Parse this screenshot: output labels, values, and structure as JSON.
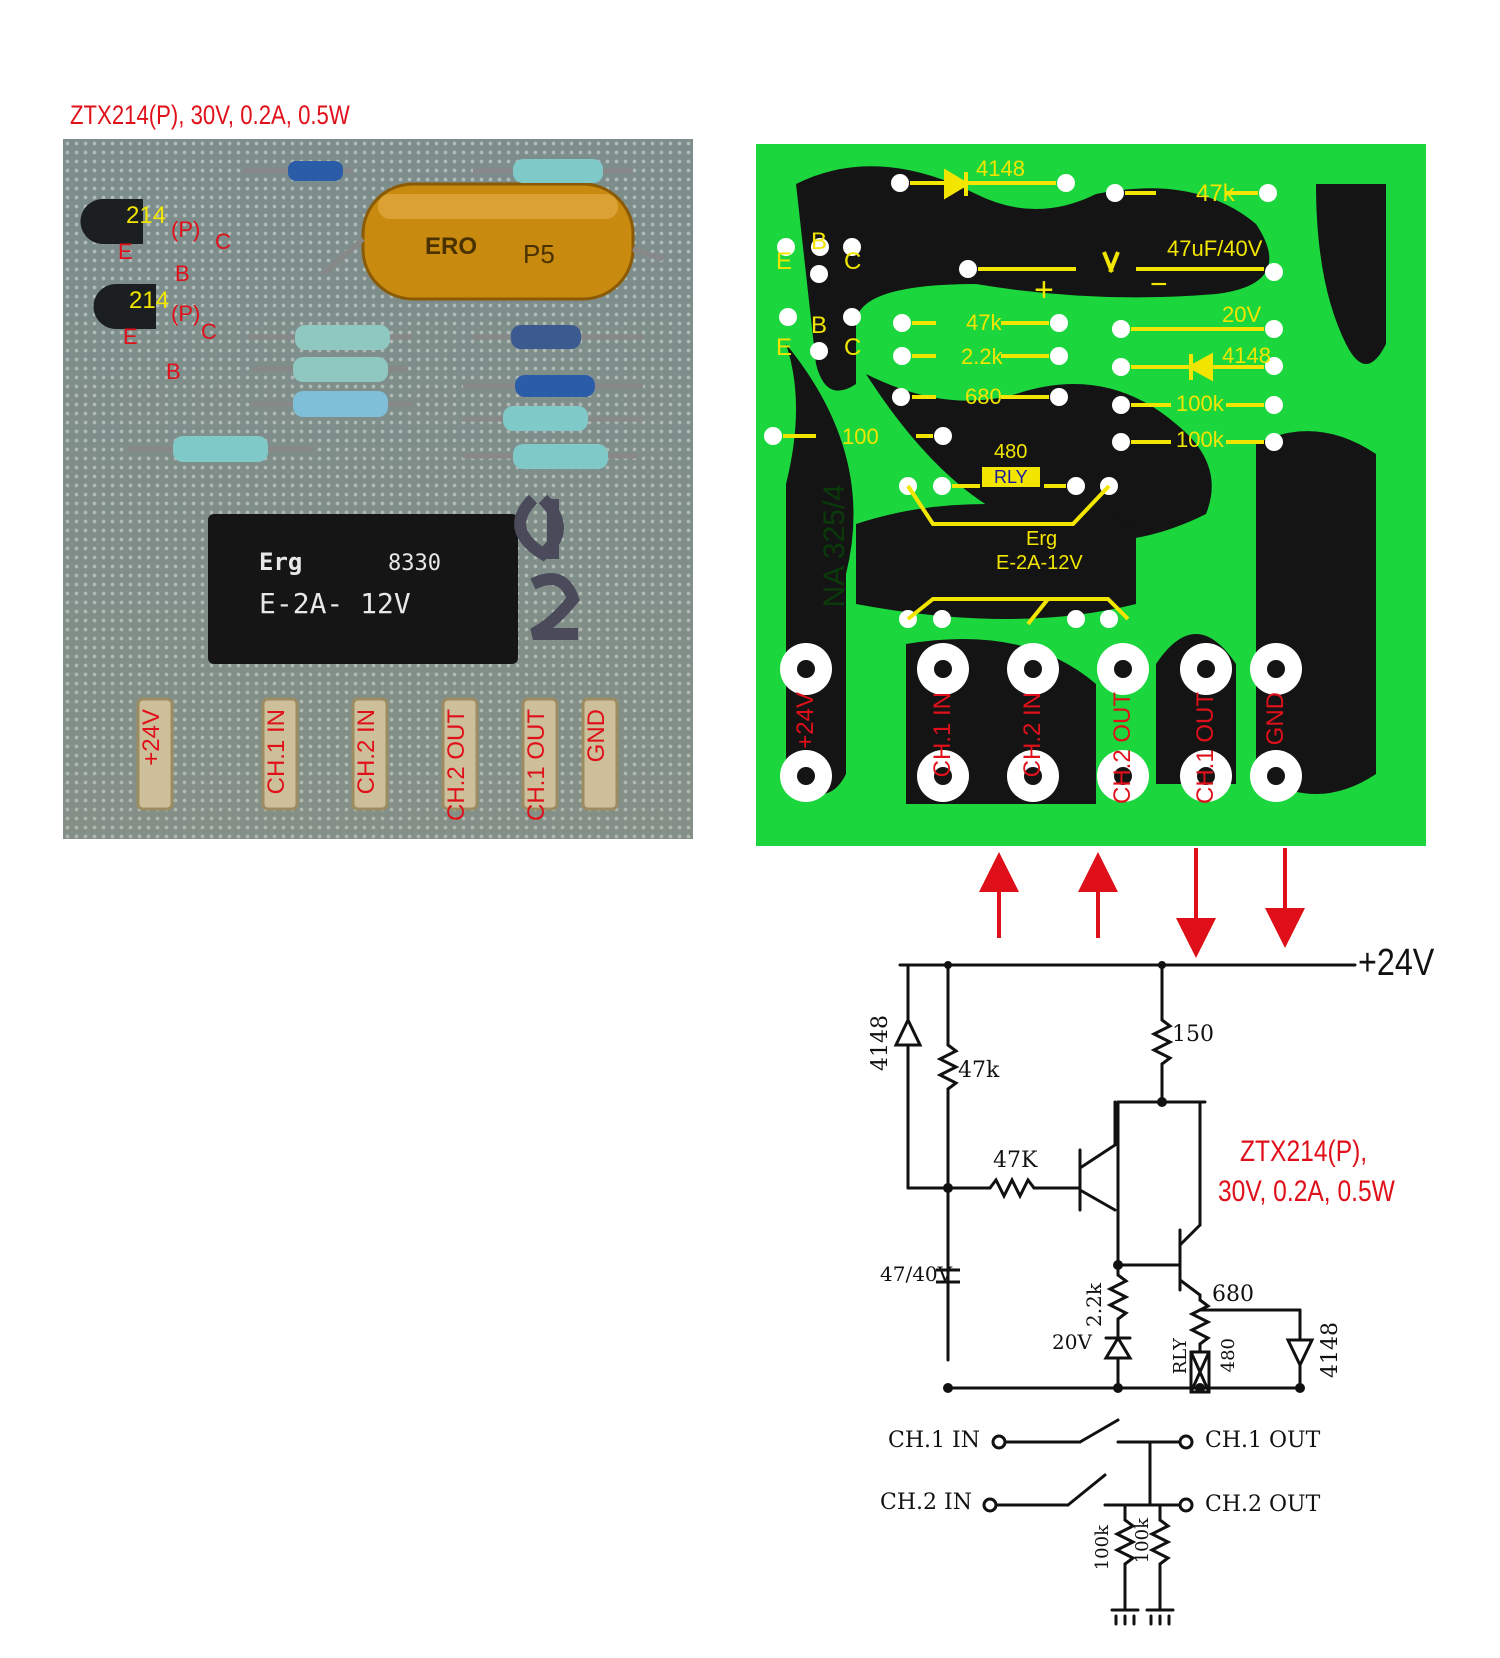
{
  "photo": {
    "title": "ZTX214(P), 30V, 0.2A, 0.5W",
    "transistors": [
      {
        "part": "214",
        "suffix": "(P)",
        "pins": [
          "E",
          "B",
          "C"
        ]
      },
      {
        "part": "214",
        "suffix": "(P)",
        "pins": [
          "E",
          "B",
          "C"
        ]
      }
    ],
    "capacitor_marks": [
      "ERO",
      "P5"
    ],
    "relay_text": [
      "Erg",
      "8330",
      "E-2A- 12V"
    ],
    "handwritten_mark": "a₂",
    "terminals": [
      "+24V",
      "CH.1 IN",
      "CH.2 IN",
      "CH.2 OUT",
      "CH.1 OUT",
      "GND"
    ]
  },
  "layout_board": {
    "board_id": "NA 325/4",
    "labels": {
      "d1": "4148",
      "r1": "47k",
      "c1": "47uF/40V",
      "plus": "+",
      "minus": "−",
      "z1": "20V",
      "r2": "47k",
      "r3": "2.2k",
      "d2": "4148",
      "r4": "680",
      "r5": "100k",
      "r6": "100",
      "r7": "100k",
      "relay_r": "480",
      "relay": "RLY",
      "relay_name": "Erg",
      "relay_model": "E-2A-12V"
    },
    "transistor_pins": [
      "E",
      "B",
      "C"
    ],
    "terminals": [
      "+24V",
      "CH.1 IN",
      "CH.2 IN",
      "CH.2 OUT",
      "CH.1 OUT",
      "GND"
    ]
  },
  "schematic": {
    "supply": "+24V",
    "note_line1": "ZTX214(P),",
    "note_line2": "30V, 0.2A, 0.5W",
    "labels": {
      "d1": "4148",
      "r_top": "47k",
      "r_150": "150",
      "r_base": "47K",
      "cap": "47/40V",
      "r_22": "2.2k",
      "zener": "20V",
      "r_680": "680",
      "rly": "RLY",
      "rly_r": "480",
      "d2": "4148",
      "ch1_in": "CH.1 IN",
      "ch2_in": "CH.2 IN",
      "ch1_out": "CH.1 OUT",
      "ch2_out": "CH.2 OUT",
      "r_100k_a": "100k",
      "r_100k_b": "100k"
    }
  },
  "colors": {
    "accent_red": "#e0101a",
    "trace_green": "#1bd63d",
    "label_yellow": "#f2e600",
    "board_grey": "#7d8d8c"
  }
}
